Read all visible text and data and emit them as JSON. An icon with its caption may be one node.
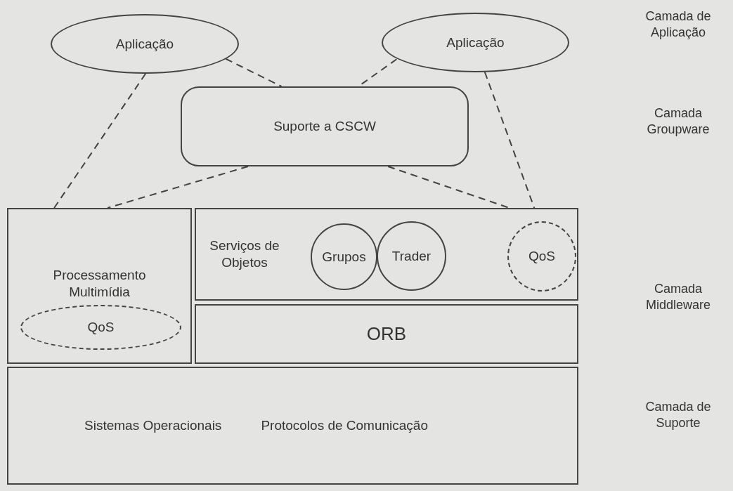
{
  "diagram": {
    "nodes": [
      {
        "text": [
          "Aplicação"
        ]
      },
      {
        "text": [
          "Aplicação"
        ]
      },
      {
        "text": [
          "Suporte a CSCW"
        ]
      },
      {
        "text": [
          "Processamento Multimídia"
        ]
      },
      {
        "text": [
          "QoS"
        ],
        "in": 3
      },
      {
        "text": [
          "Serviços de Objetos"
        ]
      },
      {
        "text": [
          "Grupos"
        ],
        "in": 5
      },
      {
        "text": [
          "Trader"
        ],
        "in": 5
      },
      {
        "text": [
          "QoS"
        ],
        "in": 5
      },
      {
        "text": [
          "ORB"
        ]
      },
      {
        "text": [
          "Sistemas Operacionais",
          "Protocolos de Comunicação"
        ]
      }
    ],
    "edges": [
      {
        "from": 0,
        "to": 3,
        "arrow": "none",
        "style": "dashed"
      },
      {
        "from": 0,
        "to": 2,
        "arrow": "none",
        "style": "dashed"
      },
      {
        "from": 1,
        "to": 2,
        "arrow": "none",
        "style": "dashed"
      },
      {
        "from": 1,
        "to": 5,
        "arrow": "none",
        "style": "dashed"
      },
      {
        "from": 2,
        "to": 3,
        "arrow": "none",
        "style": "dashed"
      },
      {
        "from": 2,
        "to": 5,
        "arrow": "none",
        "style": "dashed"
      }
    ],
    "labels": [
      "Camada de Aplicação",
      "Camada Groupware",
      "Camada Middleware",
      "Camada de Suporte"
    ]
  }
}
